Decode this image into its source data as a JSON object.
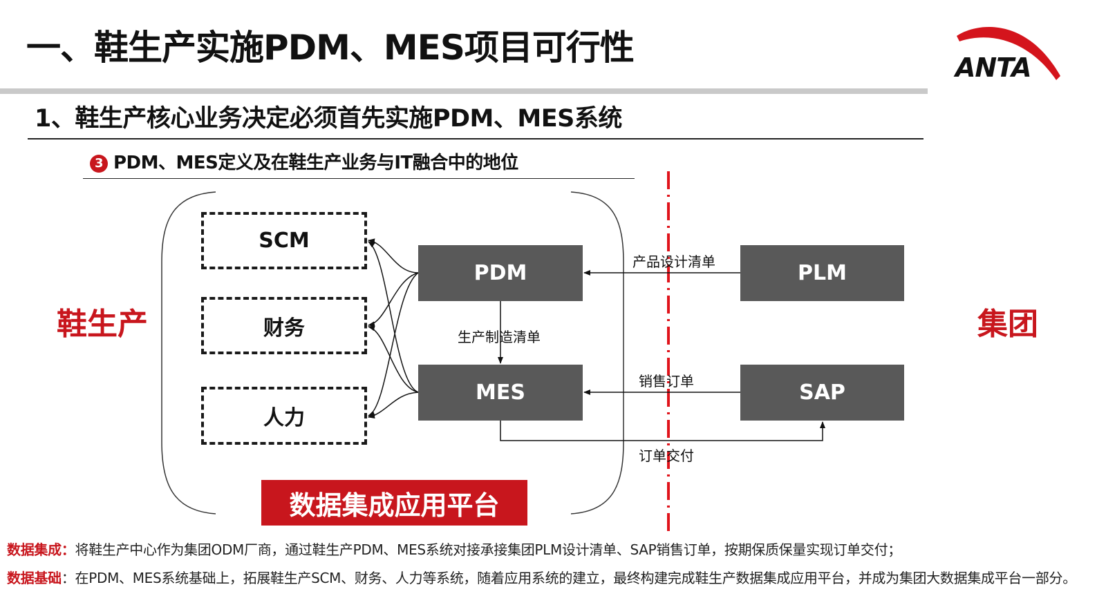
{
  "header": {
    "title": "一、鞋生产实施PDM、MES项目可行性",
    "subtitle": "1、鞋生产核心业务决定必须首先实施PDM、MES系统",
    "section_marker": "3",
    "section_title": "PDM、MES定义及在鞋生产业务与IT融合中的地位",
    "logo_text": "ANTA"
  },
  "diagram": {
    "left_label": "鞋生产",
    "right_label": "集团",
    "modules": [
      "SCM",
      "财务",
      "人力"
    ],
    "nodes": {
      "pdm": "PDM",
      "mes": "MES",
      "plm": "PLM",
      "sap": "SAP"
    },
    "edges": {
      "plm_to_pdm": "产品设计清单",
      "pdm_to_mes": "生产制造清单",
      "sap_to_mes": "销售订单",
      "mes_to_sap": "订单交付"
    },
    "platform": "数据集成应用平台"
  },
  "notes": [
    {
      "key": "数据集成：",
      "text": "将鞋生产中心作为集团ODM厂商，通过鞋生产PDM、MES系统对接承接集团PLM设计清单、SAP销售订单，按期保质保量实现订单交付；"
    },
    {
      "key": "数据基础",
      "text": "：在PDM、MES系统基础上，拓展鞋生产SCM、财务、人力等系统，随着应用系统的建立，最终构建完成鞋生产数据集成应用平台，并成为集团大数据集成平台一部分。"
    }
  ],
  "colors": {
    "accent": "#c8161d",
    "node": "#595959",
    "rule": "#c9c9c9"
  }
}
